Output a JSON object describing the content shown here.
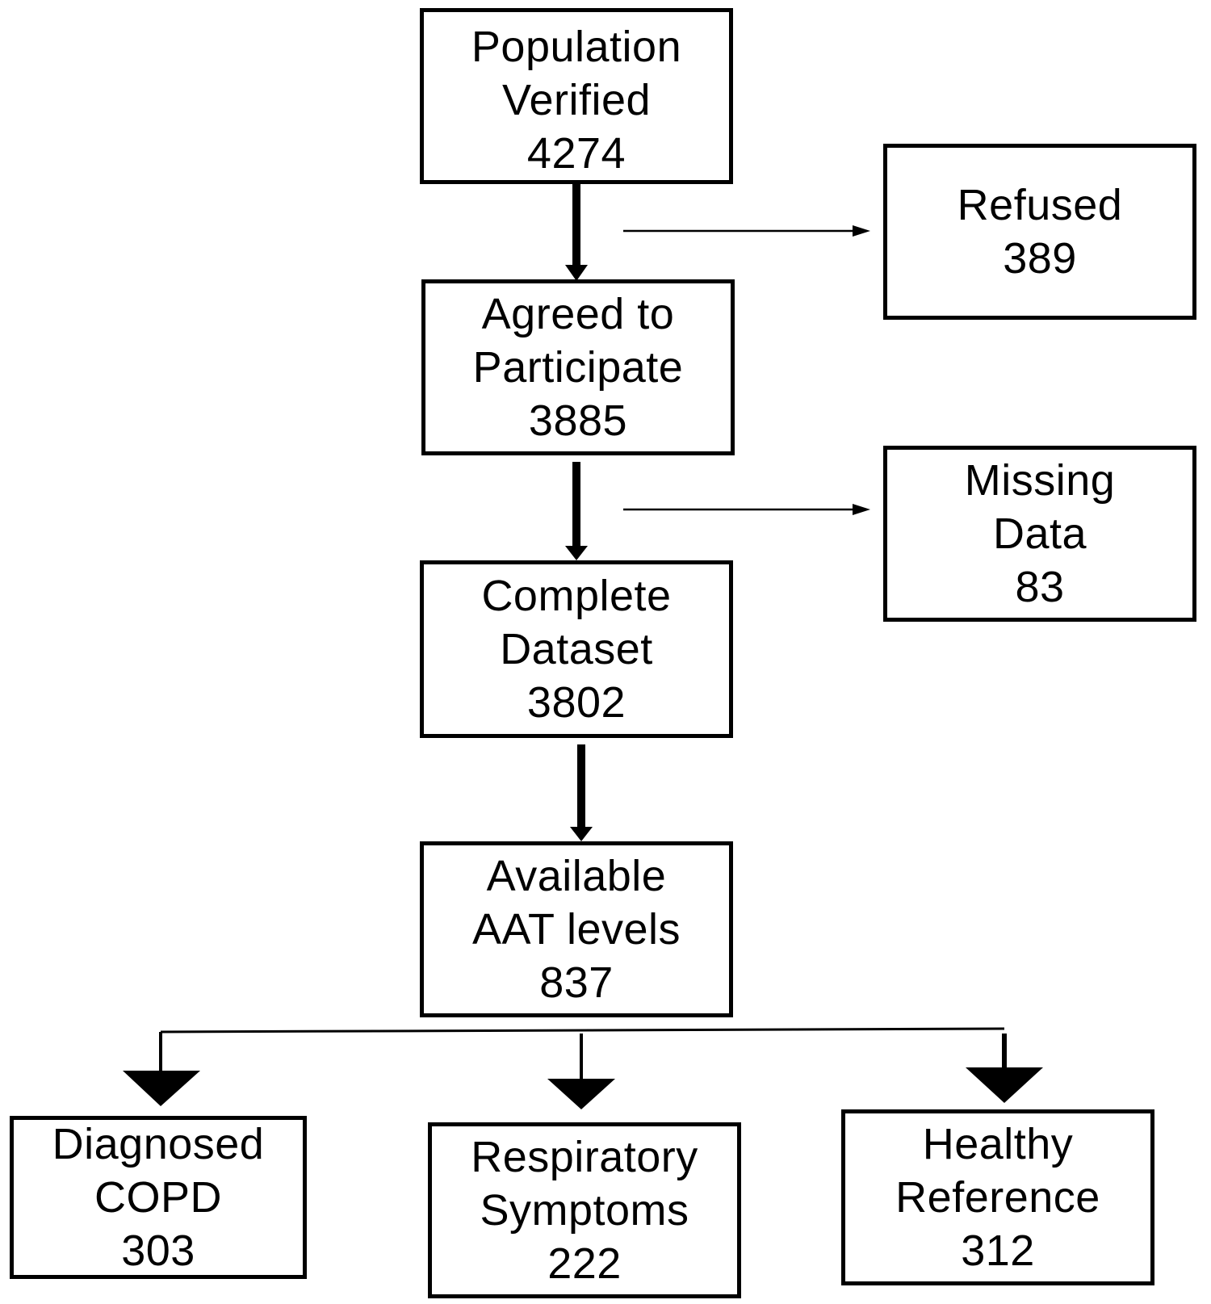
{
  "flowchart": {
    "population": {
      "line1": "Population",
      "line2": "Verified",
      "count": "4274"
    },
    "refused": {
      "line1": "Refused",
      "count": "389"
    },
    "agreed": {
      "line1": "Agreed to",
      "line2": "Participate",
      "count": "3885"
    },
    "missing": {
      "line1": "Missing",
      "line2": "Data",
      "count": "83"
    },
    "complete": {
      "line1": "Complete",
      "line2": "Dataset",
      "count": "3802"
    },
    "available": {
      "line1": "Available",
      "line2": "AAT levels",
      "count": "837"
    },
    "copd": {
      "line1": "Diagnosed",
      "line2": "COPD",
      "count": "303"
    },
    "respiratory": {
      "line1": "Respiratory",
      "line2": "Symptoms",
      "count": "222"
    },
    "healthy": {
      "line1": "Healthy",
      "line2": "Reference",
      "count": "312"
    }
  },
  "colors": {
    "line": "#000000",
    "background": "#ffffff"
  }
}
